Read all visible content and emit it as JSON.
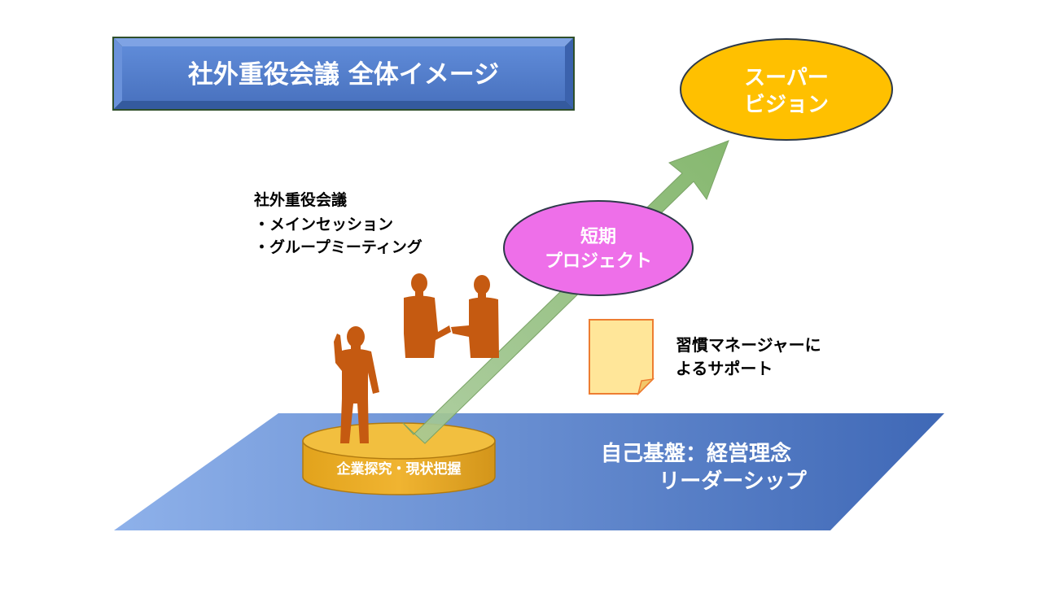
{
  "title": "社外重役会議 全体イメージ",
  "goal": {
    "line1": "スーパー",
    "line2": "ビジョン"
  },
  "meeting": {
    "heading": "社外重役会議",
    "items": [
      "・メインセッション",
      "・グループミーティング"
    ]
  },
  "project": {
    "line1": "短期",
    "line2": "プロジェクト"
  },
  "support": {
    "line1": "習慣マネージャーに",
    "line2": "よるサポート"
  },
  "pedestal": {
    "label": "企業探究・現状把握"
  },
  "foundation": {
    "line1": "自己基盤：経営理念",
    "line2": "リーダーシップ"
  },
  "colors": {
    "title_fill": "#4f7bc9",
    "title_border": "#2e5d36",
    "goal_fill": "#ffc000",
    "project_fill": "#ee6fe9",
    "arrow_fill": "#8fbc7a",
    "figure_fill": "#c55a11",
    "pedestal_fill": "#e0a020",
    "platform_fill": "#4f78c9",
    "note_fill": "#ffe699",
    "note_border": "#ed7d31"
  }
}
